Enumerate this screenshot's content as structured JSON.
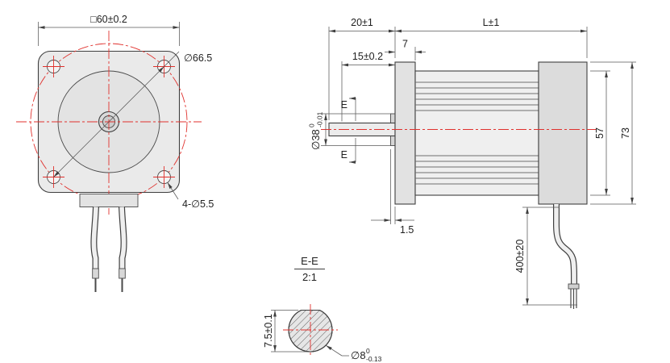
{
  "drawing": {
    "kind": "stepper-motor-outline-drawing",
    "front": {
      "dim_square": "□60±0.2",
      "dim_bolt_circle": "∅66.5",
      "dim_holes": "4-∅5.5"
    },
    "side": {
      "dim_shaft_ext": "20±1",
      "dim_length": "L±1",
      "dim_flange_thk": "7",
      "dim_flat_len": "15±0.2",
      "section_e_top": "E",
      "section_e_bottom": "E",
      "pilot_dia": "∅38",
      "pilot_tol_hi": "0",
      "pilot_tol_lo": "-0.01",
      "dim_body_h": "57",
      "dim_total_h": "73",
      "dim_boss": "1.5",
      "dim_lead": "400±20"
    },
    "section": {
      "title": "E-E",
      "scale": "2:1",
      "dim_flat": "7.5±0.1",
      "shaft_dia": "∅8",
      "shaft_tol_hi": "0",
      "shaft_tol_lo": "-0.13"
    },
    "colors": {
      "outline": "#3f3f3f",
      "dimension": "#585858",
      "centerline": "#e0312d",
      "fill_light": "#ececec",
      "fill_mid": "#e0e0e0",
      "fill_dark": "#d6d6d6",
      "background": "#ffffff"
    }
  }
}
